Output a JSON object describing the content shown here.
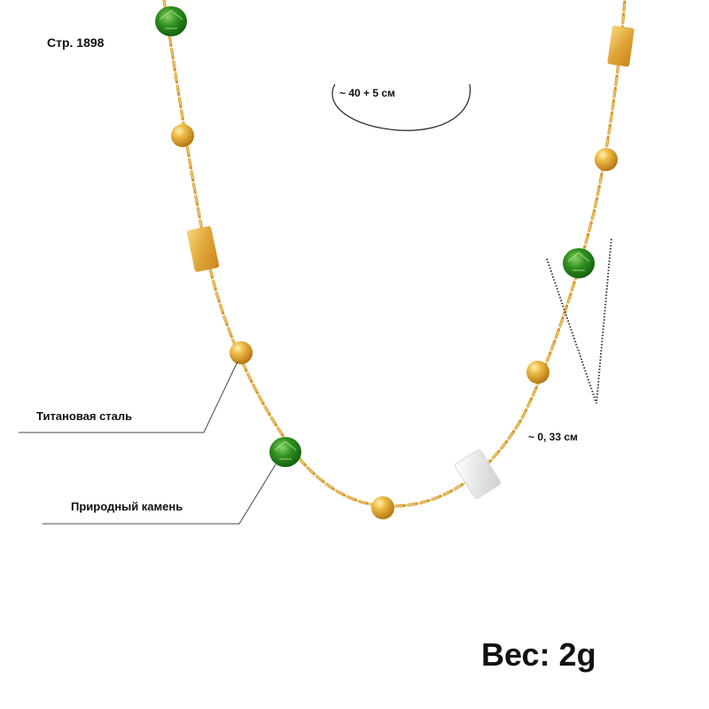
{
  "labels": {
    "article": "Стр. 1898",
    "length": "~ 40 + 5 см",
    "material_steel": "Титановая сталь",
    "material_stone": "Природный камень",
    "thickness": "~ 0, 33 см",
    "weight": "Вес: 2g"
  },
  "colors": {
    "gold": "#d79a2b",
    "gold_light": "#f3c65a",
    "green_stone": "#2f8f1e",
    "green_dark": "#0f5c0d",
    "white_stone": "#e6e6e6",
    "line": "#444444"
  }
}
